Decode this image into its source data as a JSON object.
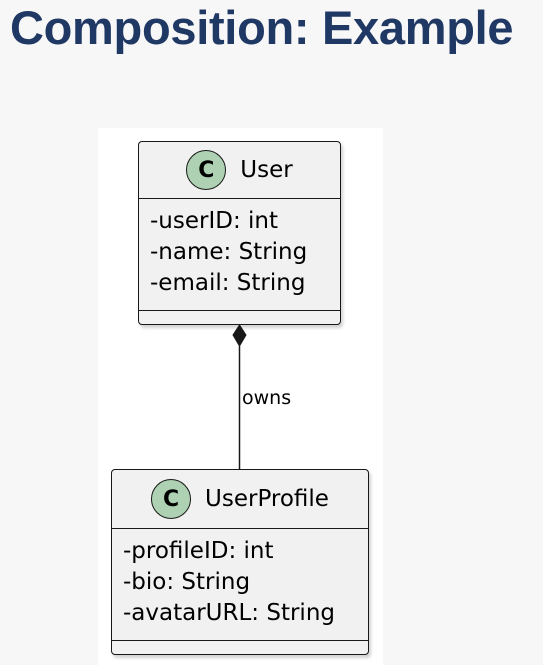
{
  "title": "Composition: Example",
  "diagram": {
    "classes": {
      "user": {
        "icon_letter": "C",
        "name": "User",
        "attributes": [
          "-userID: int",
          "-name: String",
          "-email: String"
        ]
      },
      "profile": {
        "icon_letter": "C",
        "name": "UserProfile",
        "attributes": [
          "-profileID: int",
          "-bio: String",
          "-avatarURL: String"
        ]
      }
    },
    "relation": {
      "type": "composition",
      "label": "owns"
    }
  },
  "colors": {
    "title": "#1f3864",
    "class_icon_fill": "#add1b2",
    "class_box_fill": "#f1f1f1",
    "line": "#181818"
  }
}
